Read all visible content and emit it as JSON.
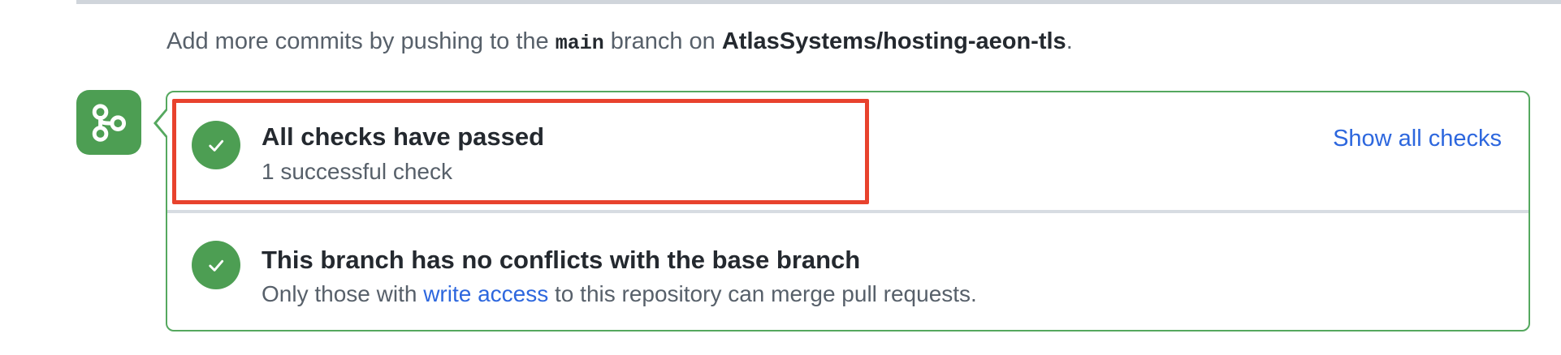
{
  "colors": {
    "green": "#4d9e53",
    "box_border": "#55a85f",
    "annotation_red": "#e8422d",
    "link": "#2d67de",
    "heading": "#24292f",
    "muted": "#57606a",
    "divider": "#d7dce2",
    "top_bar": "#d0d5db"
  },
  "note": {
    "prefix": "Add more commits by pushing to the ",
    "branch": "main",
    "middle": " branch on ",
    "repo": "AtlasSystems/hosting-aeon-tls",
    "suffix": "."
  },
  "merge_box": {
    "status_icon": "git-branch-icon",
    "checks_section": {
      "icon": "check-circle-icon",
      "title": "All checks have passed",
      "subtitle": "1 successful check",
      "link_label": "Show all checks"
    },
    "conflicts_section": {
      "icon": "check-circle-icon",
      "title": "This branch has no conflicts with the base branch",
      "subtitle_prefix": "Only those with ",
      "subtitle_link": "write access",
      "subtitle_suffix": " to this repository can merge pull requests."
    }
  },
  "annotation": {
    "type": "highlight-rectangle"
  }
}
